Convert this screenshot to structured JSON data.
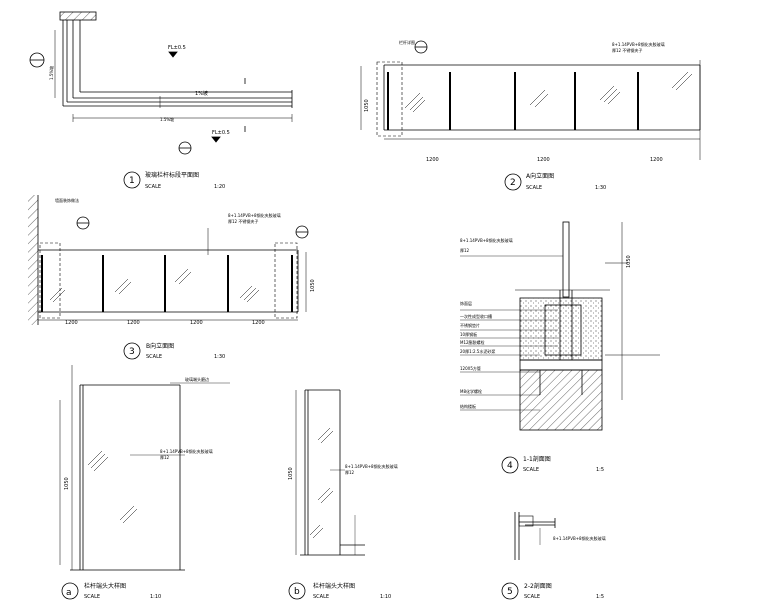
{
  "views": [
    {
      "id": "plan",
      "number": "1",
      "title": "玻璃栏杆标段平面图",
      "scale_label": "SCALE",
      "scale": "1:20",
      "notes": {
        "floor_top": "FL±0.5",
        "floor_bottom": "FL±0.5",
        "label_top": "1%坡",
        "label_h": "1.5%坡",
        "label_v": "1.5%坡"
      }
    },
    {
      "id": "elevA",
      "number": "2",
      "title": "A向立面图",
      "scale_label": "SCALE",
      "scale": "1:30",
      "dims": [
        "1200",
        "1200",
        "1200"
      ],
      "height": "1050",
      "notes": {
        "detail": "栏杆详图",
        "glass": "8+1.14PVB+8钢化夹胶玻璃",
        "glass2": "厚12  不锈钢夹子"
      }
    },
    {
      "id": "elevB",
      "number": "3",
      "title": "B向立面图",
      "scale_label": "SCALE",
      "scale": "1:30",
      "dims": [
        "1200",
        "1200",
        "1200",
        "1200"
      ],
      "height": "1050",
      "notes": {
        "wall": "墙面装饰做法",
        "glass": "8+1.14PVB+8钢化夹胶玻璃",
        "glass2": "厚12  不锈钢夹子"
      }
    },
    {
      "id": "sec11",
      "number": "4",
      "title": "1-1剖面图",
      "scale_label": "SCALE",
      "scale": "1:5",
      "height": "1050",
      "notes": [
        "8+1.14PVB+8钢化夹胶玻璃",
        "厚12",
        "饰面层",
        "一次性成型收口槽",
        "不锈钢垫片",
        "10厚钢板",
        "M12膨胀螺栓",
        "20厚1:2.5水泥砂浆",
        "120X5方管",
        "M8化学螺栓",
        "结构楼板"
      ]
    },
    {
      "id": "detA",
      "number": "a",
      "title": "栏杆端头大样图",
      "scale_label": "SCALE",
      "scale": "1:10",
      "height": "1050",
      "notes": {
        "top": "玻璃端头磨边",
        "glass": "8+1.14PVB+8钢化夹胶玻璃",
        "glass2": "厚12"
      }
    },
    {
      "id": "detB",
      "number": "b",
      "title": "栏杆端头大样图",
      "scale_label": "SCALE",
      "scale": "1:10",
      "height": "1050",
      "notes": {
        "glass": "8+1.14PVB+8钢化夹胶玻璃",
        "glass2": "厚12"
      }
    },
    {
      "id": "sec22",
      "number": "5",
      "title": "2-2剖面图",
      "scale_label": "SCALE",
      "scale": "1:5",
      "notes": {
        "glass": "8+1.14PVB+8钢化夹胶玻璃"
      }
    }
  ]
}
